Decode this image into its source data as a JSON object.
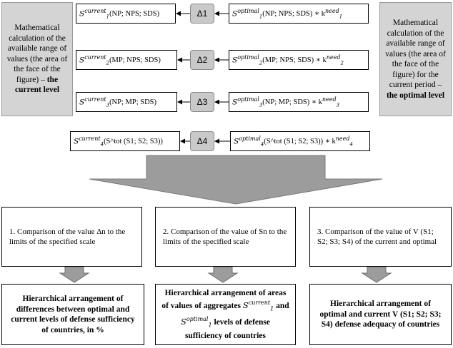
{
  "left_panel": {
    "text": "Mathematical calculation of the available range of values (the area of the face of the figure) –",
    "bold": "the current level"
  },
  "right_panel": {
    "text": "Mathematical calculation of the available range of values (the area of the face of the figure) for the current period –",
    "bold": "the optimal level"
  },
  "rows": [
    {
      "left_sym": "S",
      "left_sub": "1",
      "left_sup": "current",
      "left_args": "(NP; NPS; SDS)",
      "delta": "Δ1",
      "right_sym": "S",
      "right_sub": "1",
      "right_sup": "optimal",
      "right_args": "(NP; NPS; SDS) ∗ k",
      "k_sub": "1",
      "k_sup": "need"
    },
    {
      "left_sym": "S",
      "left_sub": "2",
      "left_sup": "current",
      "left_args": "(MP; NPS; SDS)",
      "delta": "Δ2",
      "right_sym": "S",
      "right_sub": "2",
      "right_sup": "optimal",
      "right_args": "(MP; NPS; SDS) ∗ k",
      "k_sub": "2",
      "k_sup": "need"
    },
    {
      "left_sym": "S",
      "left_sub": "3",
      "left_sup": "current",
      "left_args": "(NP; MP; SDS)",
      "delta": "Δ3",
      "right_sym": "S",
      "right_sub": "3",
      "right_sup": "optimal",
      "right_args": "(NP; MP; SDS) ∗ k",
      "k_sub": "3",
      "k_sup": "need"
    },
    {
      "left_sym": "S",
      "left_sub": "4",
      "left_sup": "current",
      "left_args": "(S^tot (S1; S2; S3))",
      "delta": "Δ4",
      "right_sym": "S",
      "right_sub": "4",
      "right_sup": "optimal",
      "right_args": "(S^tot (S1; S2; S3)) ∗ k",
      "k_sub": "4",
      "k_sup": "need"
    }
  ],
  "steps": [
    {
      "text": "1. Comparison of the value Δn to the limits of the specified scale"
    },
    {
      "text": "2. Comparison of the value of Sn to the limits of the specified scale"
    },
    {
      "text": "3. Comparison of the value of V (S1; S2; S3; S4) of the current and optimal"
    }
  ],
  "results": [
    {
      "text": "Hierarchical arrangement of differences between optimal and current levels of defense sufficiency of countries, in %"
    },
    {
      "line1": "Hierarchical arrangement of areas of values of aggregates",
      "s1": "S",
      "s1_sub": "1",
      "s1_sup": "current",
      "and": "and",
      "s2": "S",
      "s2_sub": "1",
      "s2_sup": "optimal",
      "tail": "levels of defense sufficiency of countries"
    },
    {
      "text": "Hierarchical arrangement of optimal and current V (S1; S2; S3; S4) defense adequacy of countries"
    }
  ],
  "colors": {
    "panel": "#d4d4d4",
    "arrow": "#9c9c9c",
    "delta": "#c9c9c9"
  }
}
